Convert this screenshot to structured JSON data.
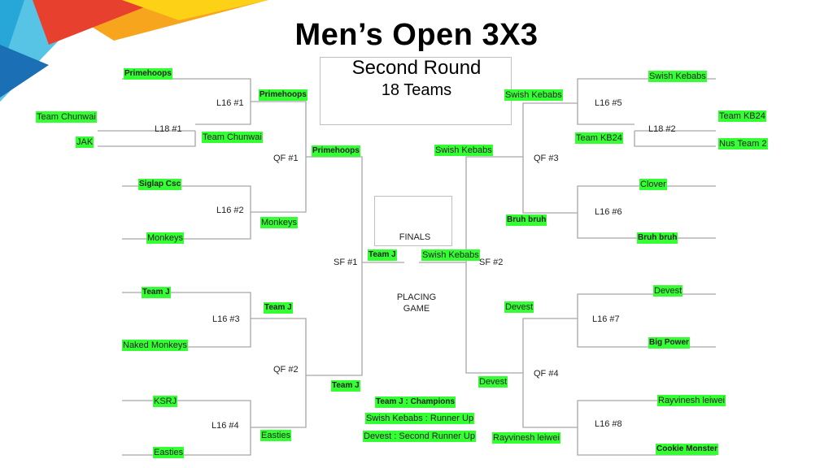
{
  "header": {
    "title": "Men’s Open 3X3",
    "round": "Second Round",
    "teams_count": "18 Teams"
  },
  "colors": {
    "highlight": "#33ff33",
    "line": "#a6a6a6",
    "box_border": "#bfbfbf"
  },
  "left": {
    "r1": [
      "Primehoops",
      "Team Chunwai",
      "JAK",
      "Siglap Csc",
      "Monkeys",
      "Team J",
      "Naked Monkeys",
      "KSRJ",
      "Easties"
    ],
    "r2": [
      "Primehoops",
      "Team Chunwai",
      "Monkeys",
      "Team J",
      "Easties"
    ],
    "qf": [
      "Primehoops",
      "Team J"
    ],
    "sf": "Team J"
  },
  "right": {
    "r1": [
      "Swish Kebabs",
      "Team KB24",
      "Nus Team 2",
      "Clover",
      "Bruh bruh",
      "Devest",
      "Big Power",
      "Rayvinesh leiwei",
      "Cookie Monster"
    ],
    "r2": [
      "Swish Kebabs",
      "Team KB24",
      "Bruh bruh",
      "Devest",
      "Rayvinesh leiwei"
    ],
    "qf": [
      "Swish Kebabs",
      "Devest"
    ],
    "sf": "Swish Kebabs"
  },
  "match_labels": {
    "l16_1": "L16 #1",
    "l18_1": "L18 #1",
    "l16_2": "L16 #2",
    "l16_3": "L16 #3",
    "l16_4": "L16 #4",
    "qf_1": "QF #1",
    "qf_2": "QF #2",
    "sf_1": "SF #1",
    "l16_5": "L16 #5",
    "l18_2": "L18 #2",
    "l16_6": "L16 #6",
    "l16_7": "L16 #7",
    "l16_8": "L16 #8",
    "qf_3": "QF #3",
    "qf_4": "QF #4",
    "sf_2": "SF #2"
  },
  "center": {
    "finals": "FINALS",
    "placing_line1": "PLACING",
    "placing_line2": "GAME",
    "third_place_winner": "Devest"
  },
  "results": {
    "champions": "Team J : Champions",
    "runner_up": "Swish Kebabs : Runner Up",
    "second_runner_up": "Devest : Second Runner Up"
  }
}
